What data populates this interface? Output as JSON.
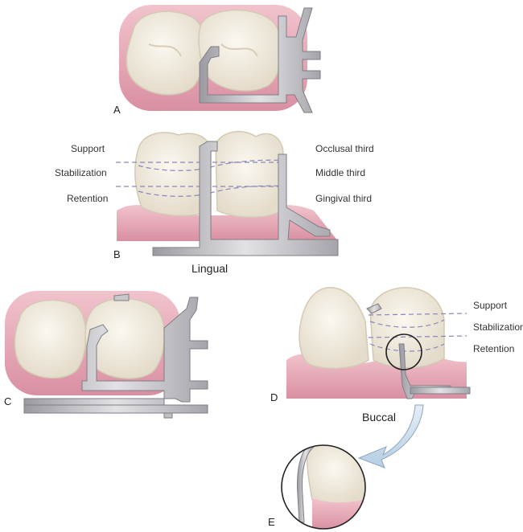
{
  "colors": {
    "gum": "#e8a9b8",
    "gum_dark": "#c9788d",
    "tooth": "#f4efe2",
    "tooth_shade": "#ddd3bd",
    "metal": "#c8c8cc",
    "metal_dark": "#8e8e94",
    "dash": "#8a86b8",
    "arrow": "#c6d7e8"
  },
  "icons": [
    "tooth-outline",
    "clasp-wire",
    "magnify-circle",
    "curved-arrow"
  ],
  "panels": {
    "a": "A",
    "b": "B",
    "c": "C",
    "d": "D",
    "e": "E"
  },
  "panel_b": {
    "left_labels": [
      "Support",
      "Stabilization",
      "Retention"
    ],
    "right_labels": [
      "Occlusal third",
      "Middle third",
      "Gingival third"
    ],
    "caption": "Lingual"
  },
  "panel_d": {
    "labels": [
      "Support",
      "Stabilization",
      "Retention"
    ],
    "caption": "Buccal"
  }
}
